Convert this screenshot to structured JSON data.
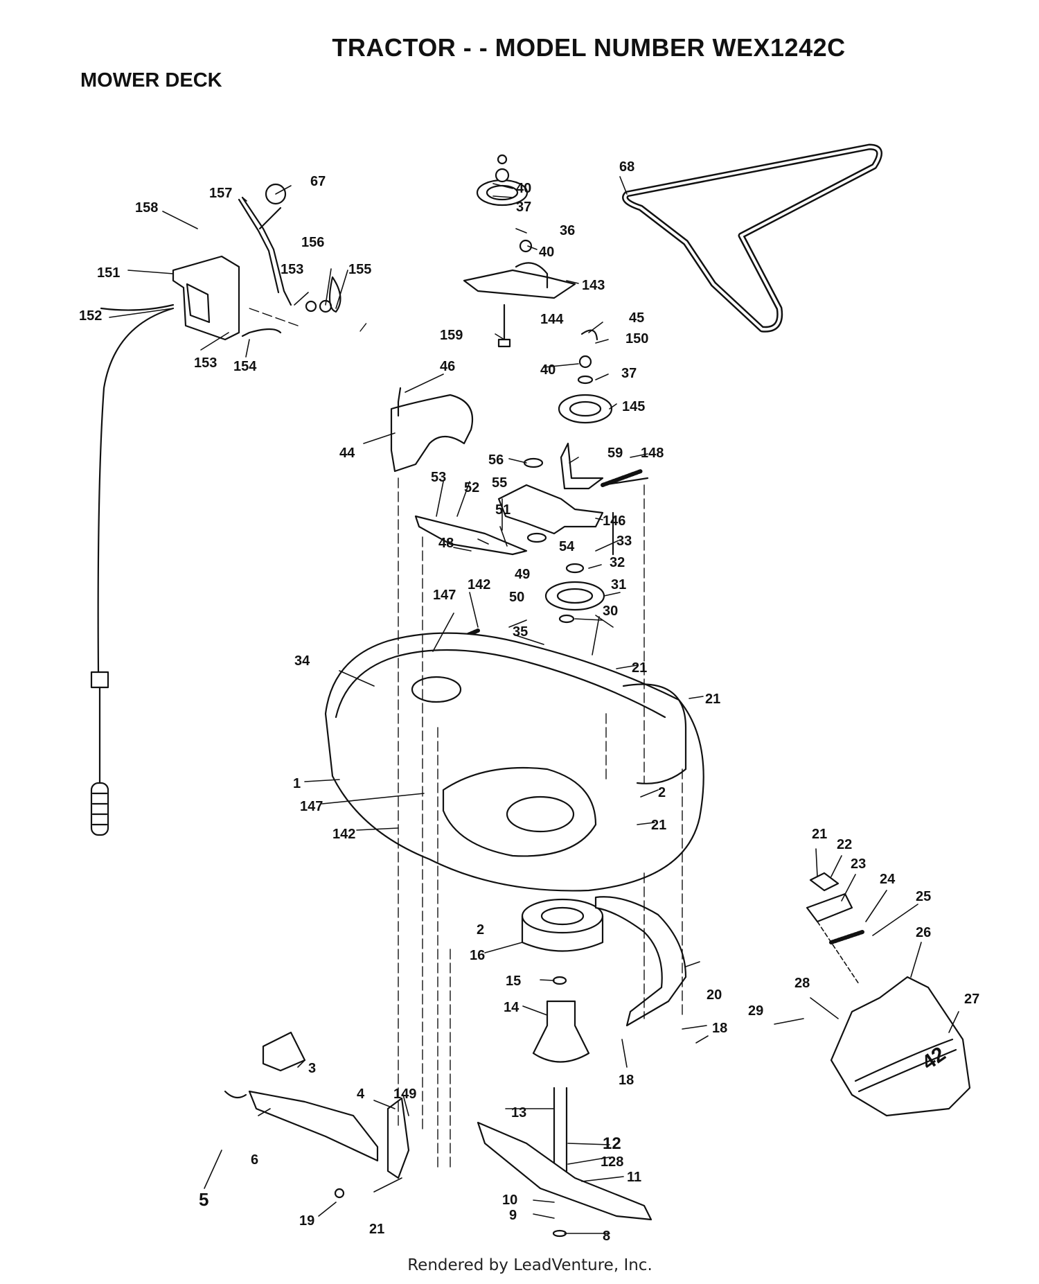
{
  "header": {
    "title": "TRACTOR - - MODEL NUMBER WEX1242C",
    "subtitle": "MOWER DECK"
  },
  "footer": {
    "text": "Rendered by LeadVenture, Inc."
  },
  "callouts": [
    {
      "id": "1",
      "label": "1"
    },
    {
      "id": "2a",
      "label": "2"
    },
    {
      "id": "2b",
      "label": "2"
    },
    {
      "id": "3",
      "label": "3"
    },
    {
      "id": "4",
      "label": "4"
    },
    {
      "id": "5",
      "label": "5"
    },
    {
      "id": "6",
      "label": "6"
    },
    {
      "id": "8",
      "label": "8"
    },
    {
      "id": "9",
      "label": "9"
    },
    {
      "id": "10",
      "label": "10"
    },
    {
      "id": "11",
      "label": "11"
    },
    {
      "id": "12",
      "label": "12"
    },
    {
      "id": "13",
      "label": "13"
    },
    {
      "id": "14",
      "label": "14"
    },
    {
      "id": "15",
      "label": "15"
    },
    {
      "id": "16",
      "label": "16"
    },
    {
      "id": "18a",
      "label": "18"
    },
    {
      "id": "18b",
      "label": "18"
    },
    {
      "id": "19",
      "label": "19"
    },
    {
      "id": "20",
      "label": "20"
    },
    {
      "id": "21a",
      "label": "21"
    },
    {
      "id": "21b",
      "label": "21"
    },
    {
      "id": "21c",
      "label": "21"
    },
    {
      "id": "21d",
      "label": "21"
    },
    {
      "id": "21e",
      "label": "21"
    },
    {
      "id": "22",
      "label": "22"
    },
    {
      "id": "23",
      "label": "23"
    },
    {
      "id": "24",
      "label": "24"
    },
    {
      "id": "25",
      "label": "25"
    },
    {
      "id": "26",
      "label": "26"
    },
    {
      "id": "27",
      "label": "27"
    },
    {
      "id": "28",
      "label": "28"
    },
    {
      "id": "29",
      "label": "29"
    },
    {
      "id": "30",
      "label": "30"
    },
    {
      "id": "31",
      "label": "31"
    },
    {
      "id": "32",
      "label": "32"
    },
    {
      "id": "33",
      "label": "33"
    },
    {
      "id": "34",
      "label": "34"
    },
    {
      "id": "35",
      "label": "35"
    },
    {
      "id": "36",
      "label": "36"
    },
    {
      "id": "37a",
      "label": "37"
    },
    {
      "id": "37b",
      "label": "37"
    },
    {
      "id": "40a",
      "label": "40"
    },
    {
      "id": "40b",
      "label": "40"
    },
    {
      "id": "40c",
      "label": "40"
    },
    {
      "id": "44",
      "label": "44"
    },
    {
      "id": "45",
      "label": "45"
    },
    {
      "id": "46",
      "label": "46"
    },
    {
      "id": "48",
      "label": "48"
    },
    {
      "id": "49",
      "label": "49"
    },
    {
      "id": "50",
      "label": "50"
    },
    {
      "id": "51",
      "label": "51"
    },
    {
      "id": "52",
      "label": "52"
    },
    {
      "id": "53",
      "label": "53"
    },
    {
      "id": "54",
      "label": "54"
    },
    {
      "id": "55",
      "label": "55"
    },
    {
      "id": "56",
      "label": "56"
    },
    {
      "id": "59",
      "label": "59"
    },
    {
      "id": "67",
      "label": "67"
    },
    {
      "id": "68",
      "label": "68"
    },
    {
      "id": "128",
      "label": "128"
    },
    {
      "id": "142a",
      "label": "142"
    },
    {
      "id": "142b",
      "label": "142"
    },
    {
      "id": "143",
      "label": "143"
    },
    {
      "id": "144",
      "label": "144"
    },
    {
      "id": "145",
      "label": "145"
    },
    {
      "id": "146",
      "label": "146"
    },
    {
      "id": "147a",
      "label": "147"
    },
    {
      "id": "147b",
      "label": "147"
    },
    {
      "id": "148",
      "label": "148"
    },
    {
      "id": "149",
      "label": "149"
    },
    {
      "id": "150",
      "label": "150"
    },
    {
      "id": "151",
      "label": "151"
    },
    {
      "id": "152",
      "label": "152"
    },
    {
      "id": "153a",
      "label": "153"
    },
    {
      "id": "153b",
      "label": "153"
    },
    {
      "id": "154",
      "label": "154"
    },
    {
      "id": "155",
      "label": "155"
    },
    {
      "id": "156",
      "label": "156"
    },
    {
      "id": "157",
      "label": "157"
    },
    {
      "id": "158",
      "label": "158"
    },
    {
      "id": "159",
      "label": "159"
    }
  ],
  "deck_cover_marking": "42"
}
